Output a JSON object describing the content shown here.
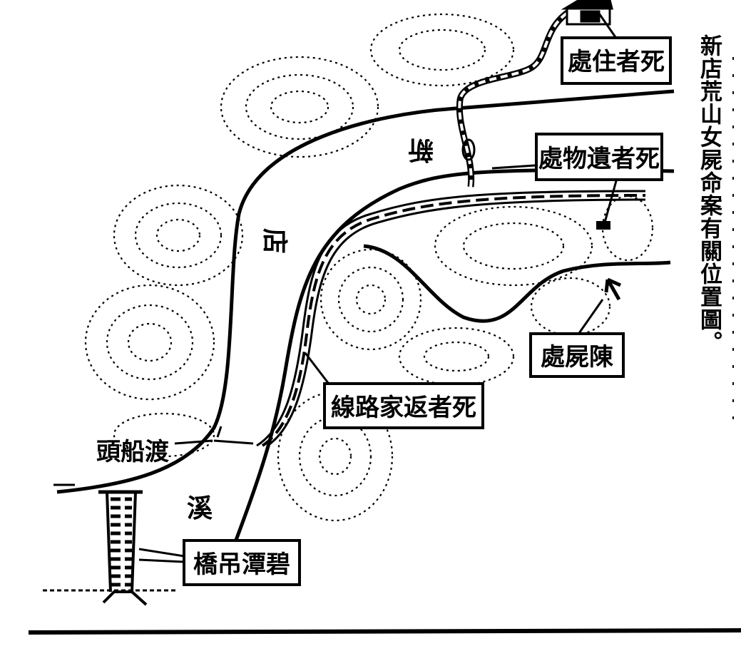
{
  "caption": "新店荒山女屍命案有關位置圖。",
  "labels": {
    "residence": "處住者死",
    "belongings": "處物遺者死",
    "body_site": "處屍陳",
    "route_home": "線路家返者死",
    "ferry": "頭船渡",
    "bridge": "橋吊潭碧"
  },
  "river_name": [
    "新",
    "店",
    "溪"
  ]
}
